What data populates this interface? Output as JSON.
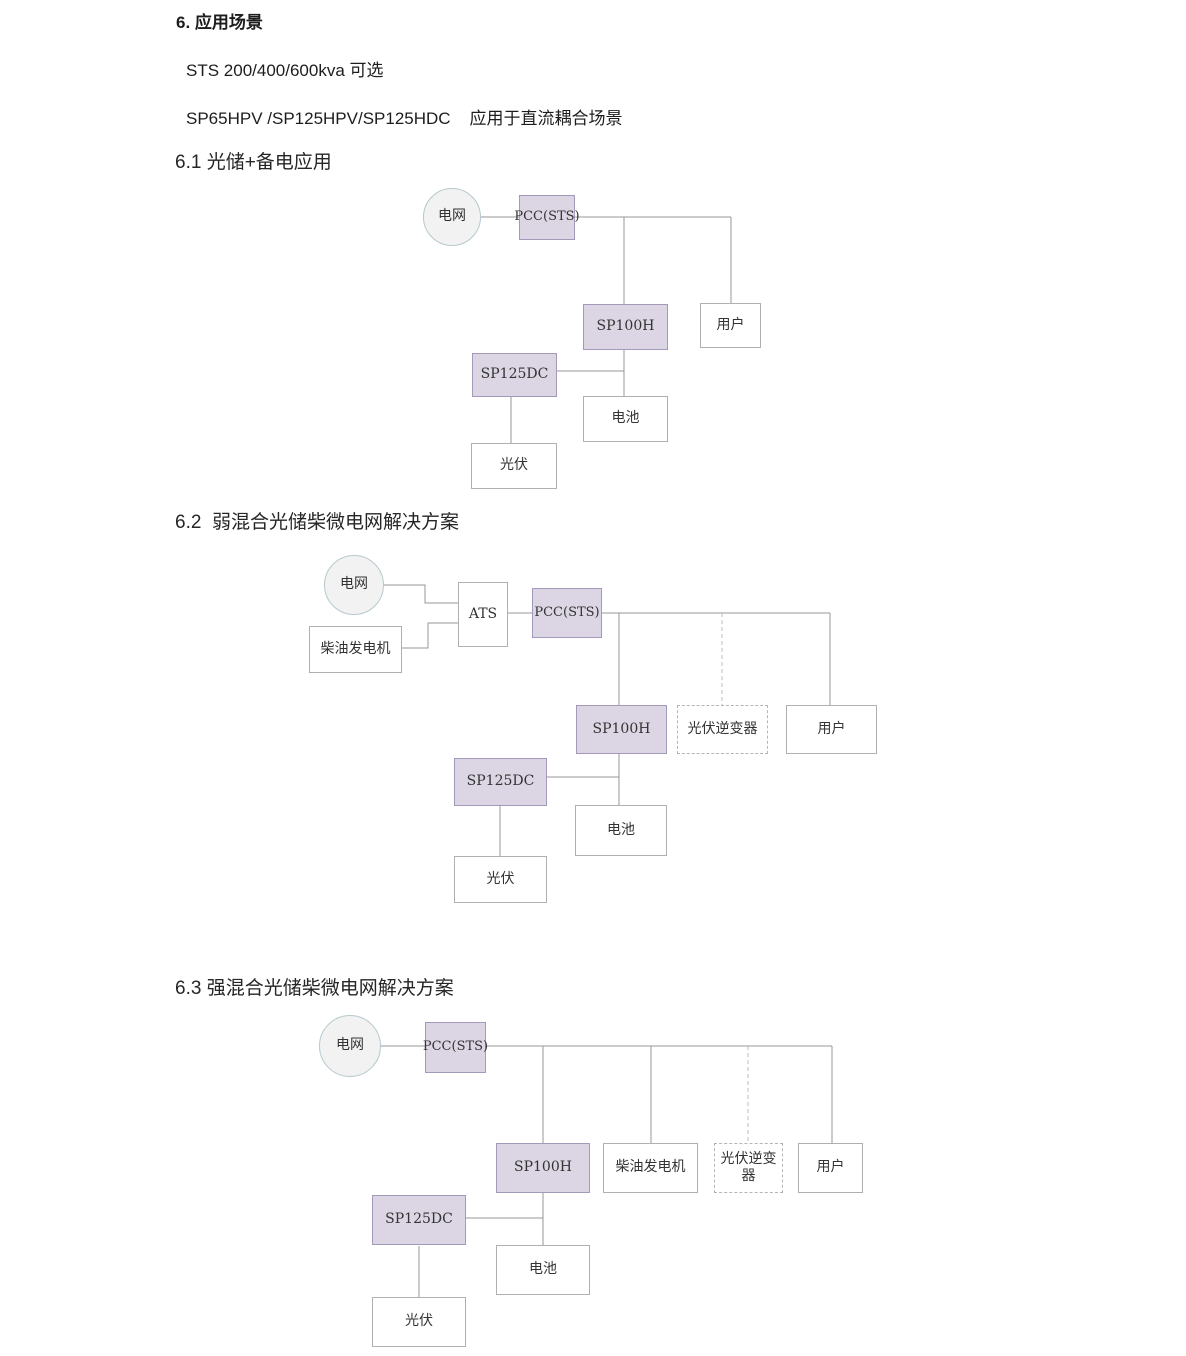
{
  "page": {
    "title": "6. 应用场景",
    "line_sts": "STS 200/400/600kva 可选",
    "line_sp": "SP65HPV /SP125HPV/SP125HDC    应用于直流耦合场景",
    "section_61": "6.1 光储+备电应用",
    "section_62": "6.2  弱混合光储柴微电网解决方案",
    "section_63": "6.3 强混合光储柴微电网解决方案"
  },
  "colors": {
    "accent_box_fill": "#dcd6e4",
    "accent_box_border": "#a299bb",
    "plain_box_border": "#b0afb2",
    "dashed_box_border": "#b5b5b5",
    "grid_circle_fill": "#f2f2f2",
    "grid_circle_border": "#b5c9ce",
    "wire": "#979797",
    "wire_dashed": "#bdbdbd",
    "text": "#1f1f1f"
  },
  "diagrams": {
    "d1": {
      "grid": "电网",
      "pcc": "PCC(STS)",
      "sp100h": "SP100H",
      "user": "用户",
      "sp125dc": "SP125DC",
      "battery": "电池",
      "pv": "光伏"
    },
    "d2": {
      "grid": "电网",
      "diesel": "柴油发电机",
      "ats": "ATS",
      "pcc": "PCC(STS)",
      "sp100h": "SP100H",
      "pv_inverter": "光伏逆变器",
      "user": "用户",
      "sp125dc": "SP125DC",
      "battery": "电池",
      "pv": "光伏"
    },
    "d3": {
      "grid": "电网",
      "pcc": "PCC(STS)",
      "sp100h": "SP100H",
      "diesel": "柴油发电机",
      "pv_inverter": "光伏逆变 器",
      "user": "用户",
      "sp125dc": "SP125DC",
      "battery": "电池",
      "pv": "光伏"
    }
  }
}
